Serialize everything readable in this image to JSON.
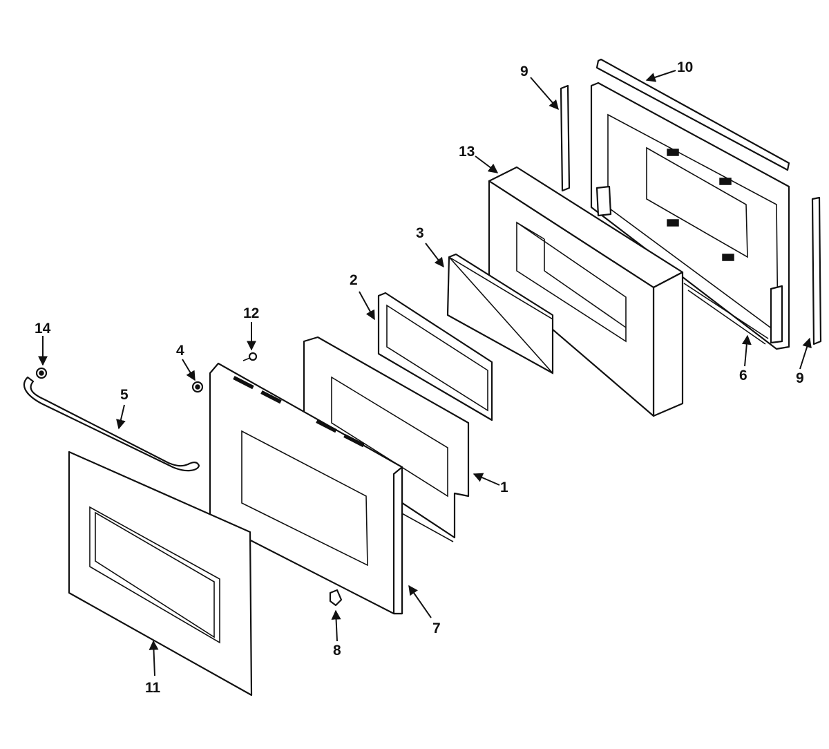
{
  "callouts": {
    "c1": "1",
    "c2": "2",
    "c3": "3",
    "c4": "4",
    "c5": "5",
    "c6": "6",
    "c7": "7",
    "c8": "8",
    "c9_top": "9",
    "c9_bottom": "9",
    "c10": "10",
    "c11": "11",
    "c12": "12",
    "c13": "13",
    "c14": "14"
  },
  "colors": {
    "line": "#111111",
    "background": "#ffffff"
  }
}
